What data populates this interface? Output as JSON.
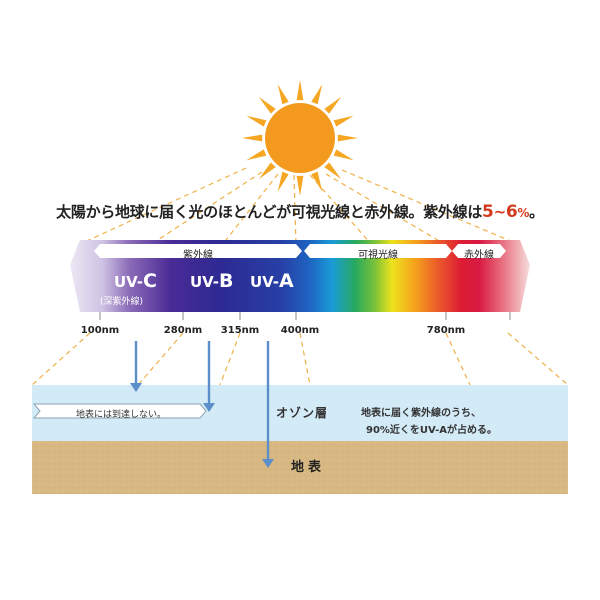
{
  "headline": {
    "part1": "太陽から地球に届く光のほとんどが可視光線と赤外線。紫外線は",
    "pct_from": "5",
    "pct_sep": "~",
    "pct_to": "6",
    "pct_unit": "%",
    "end": "。"
  },
  "bands": {
    "uv": "紫外線",
    "visible": "可視光線",
    "infrared": "赤外線"
  },
  "uv_types": {
    "c_prefix": "UV-",
    "c_letter": "C",
    "c_sub": "(深紫外線)",
    "b_prefix": "UV-",
    "b_letter": "B",
    "a_prefix": "UV-",
    "a_letter": "A"
  },
  "wavelengths": [
    "100nm",
    "280nm",
    "315nm",
    "400nm",
    "780nm"
  ],
  "ground_note": "地表には到達しない。",
  "ozone": {
    "label": "オゾン層",
    "note_line1": "地表に届く紫外線のうち、",
    "note_line2": "90%近くをUV-Aが占める。"
  },
  "ground": {
    "label": "地表"
  },
  "colors": {
    "sun": "#f39a1e",
    "sun_rays": "#f5a623",
    "ozone_layer": "#d3eaf7",
    "ground": "#d8b983",
    "uv_arrow": "#5b8fc9",
    "percent_highlight": "#d23a1e",
    "dashed_lines": "#f0b048"
  }
}
